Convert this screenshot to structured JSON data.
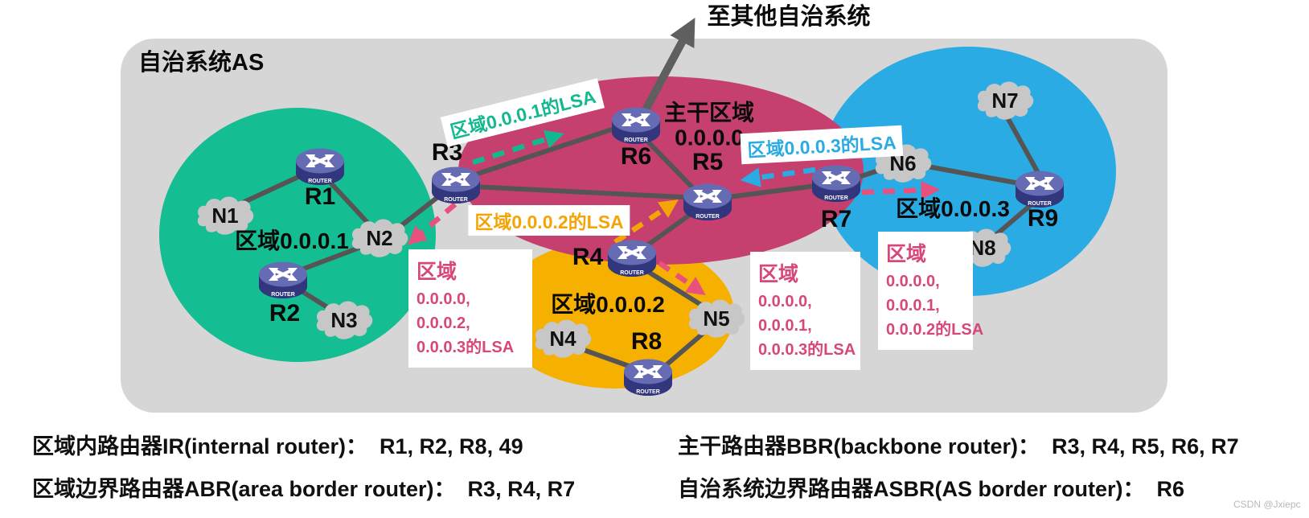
{
  "as_box": {
    "title": "自治系统AS"
  },
  "external_arrow": {
    "label": "至其他自治系统"
  },
  "areas": {
    "area1": {
      "name": "区域0.0.0.1",
      "color": "#15bd92"
    },
    "area2": {
      "name": "区域0.0.0.2",
      "color": "#f6b000"
    },
    "area3": {
      "name": "区域0.0.0.3",
      "color": "#2aabe3"
    },
    "backbone": {
      "line1": "主干区域",
      "line2": "0.0.0.0",
      "color": "#c6406f"
    }
  },
  "routers": {
    "r1": "R1",
    "r2": "R2",
    "r3": "R3",
    "r4": "R4",
    "r5": "R5",
    "r6": "R6",
    "r7": "R7",
    "r8": "R8",
    "r9": "R9"
  },
  "networks": {
    "n1": "N1",
    "n2": "N2",
    "n3": "N3",
    "n4": "N4",
    "n5": "N5",
    "n6": "N6",
    "n7": "N7",
    "n8": "N8"
  },
  "router_icon": {
    "label": "ROUTER"
  },
  "lsa_flood_labels": {
    "area1": {
      "text": "区域0.0.0.1的LSA",
      "color": "#14b890"
    },
    "area2": {
      "text": "区域0.0.0.2的LSA",
      "color": "#f3a406"
    },
    "area3": {
      "text": "区域0.0.0.3的LSA",
      "color": "#2aabe3"
    }
  },
  "lsa_boxes": {
    "near_r3": {
      "title": "区域",
      "lines": [
        "0.0.0.0,",
        "0.0.0.2,",
        "0.0.0.3的LSA"
      ],
      "color": "#d6487c"
    },
    "near_n5": {
      "title": "区域",
      "lines": [
        "0.0.0.0,",
        "0.0.0.1,",
        "0.0.0.3的LSA"
      ],
      "color": "#d6487c"
    },
    "near_n8": {
      "title": "区域",
      "lines": [
        "0.0.0.0,",
        "0.0.0.1,",
        "0.0.0.2的LSA"
      ],
      "color": "#d6487c"
    }
  },
  "legend": {
    "ir": "区域内路由器IR(internal router)：  R1, R2, R8, 49",
    "abr": "区域边界路由器ABR(area border router)：  R3, R4, R7",
    "bbr": "主干路由器BBR(backbone router)：  R3, R4, R5, R6, R7",
    "asbr": "自治系统边界路由器ASBR(AS border router)：  R6"
  },
  "watermark": "CSDN @Jxiepc"
}
